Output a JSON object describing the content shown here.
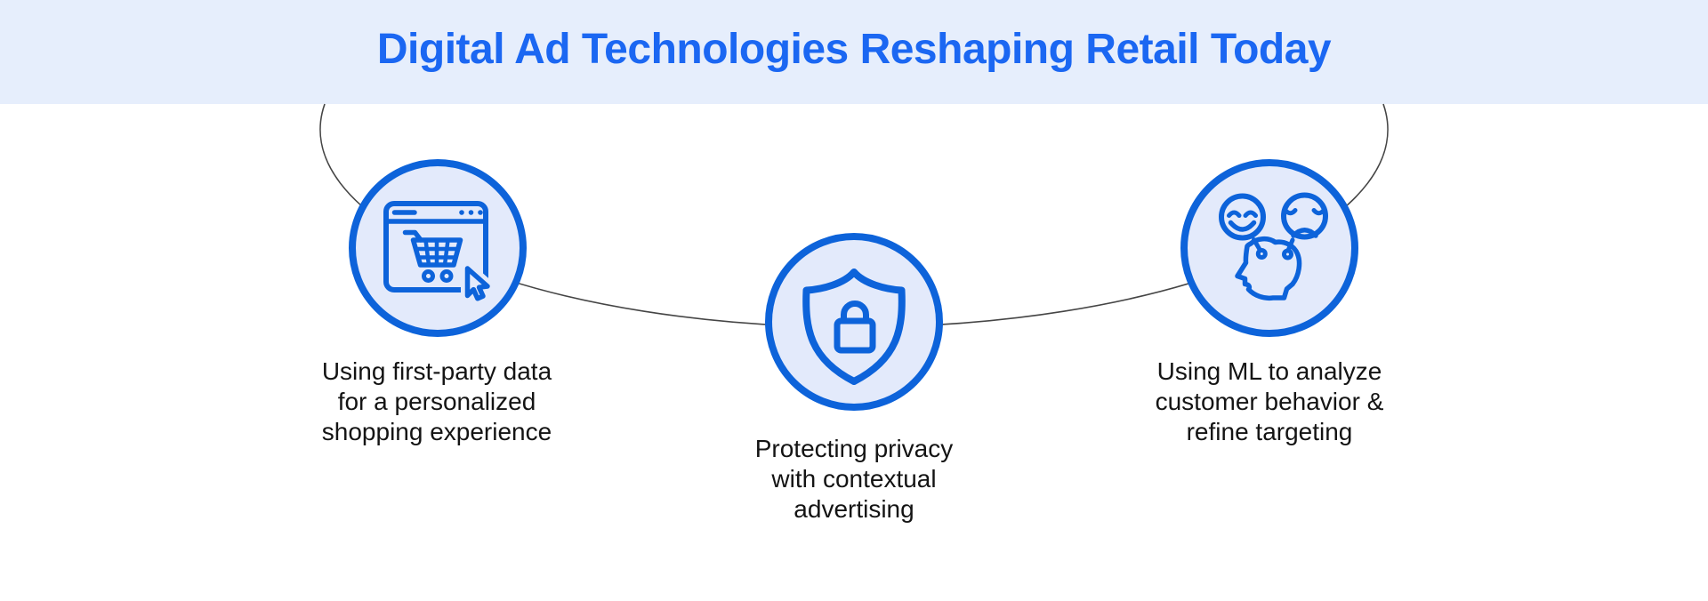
{
  "header": {
    "title": "Digital Ad Technologies Reshaping Retail Today"
  },
  "diagram": {
    "nodes": [
      {
        "name": "first-party-data",
        "icon": "shopping-cart-browser-icon",
        "label": "Using first-party data for a personalized shopping experience",
        "lines": [
          "Using first-party data",
          "for a personalized",
          "shopping experience"
        ]
      },
      {
        "name": "contextual-advertising",
        "icon": "shield-lock-icon",
        "label": "Protecting privacy with contextual advertising",
        "lines": [
          "Protecting privacy",
          "with contextual",
          "advertising"
        ]
      },
      {
        "name": "ml-customer-analysis",
        "icon": "sentiment-faces-head-icon",
        "label": "Using ML to analyze customer behavior & refine targeting",
        "lines": [
          "Using ML to analyze",
          "customer behavior &",
          "refine targeting"
        ]
      }
    ]
  },
  "colors": {
    "title_blue": "#1b67f2",
    "band_background": "#e6eefc",
    "icon_stroke_blue": "#0d63da",
    "circle_fill": "#e3eafb",
    "arc_line": "#454545",
    "label_text": "#141414",
    "page_background": "#ffffff"
  }
}
